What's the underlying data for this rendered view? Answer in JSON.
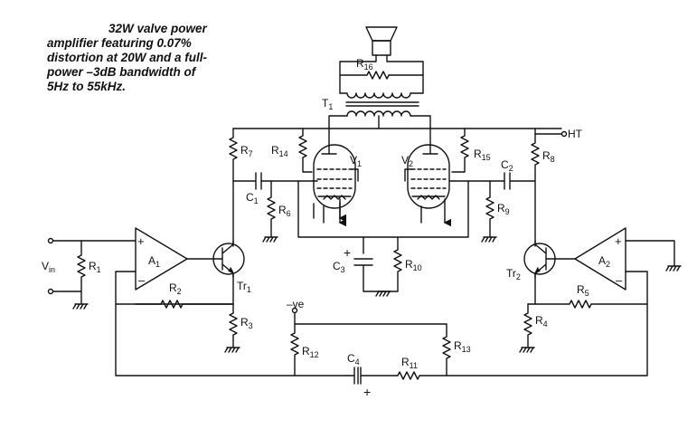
{
  "caption": {
    "lines": [
      "32W valve power",
      "amplifier featuring 0.07%",
      "distortion at 20W and a full-",
      "power –3dB bandwidth of",
      "5Hz to 55kHz."
    ]
  },
  "labels": {
    "ht": "HT",
    "neg_ve": "–ve",
    "vin": {
      "main": "V",
      "sub": "in"
    },
    "r1": {
      "main": "R",
      "sub": "1"
    },
    "r2": {
      "main": "R",
      "sub": "2"
    },
    "r3": {
      "main": "R",
      "sub": "3"
    },
    "r4": {
      "main": "R",
      "sub": "4"
    },
    "r5": {
      "main": "R",
      "sub": "5"
    },
    "r6": {
      "main": "R",
      "sub": "6"
    },
    "r7": {
      "main": "R",
      "sub": "7"
    },
    "r8": {
      "main": "R",
      "sub": "8"
    },
    "r9": {
      "main": "R",
      "sub": "9"
    },
    "r10": {
      "main": "R",
      "sub": "10"
    },
    "r11": {
      "main": "R",
      "sub": "11"
    },
    "r12": {
      "main": "R",
      "sub": "12"
    },
    "r13": {
      "main": "R",
      "sub": "13"
    },
    "r14": {
      "main": "R",
      "sub": "14"
    },
    "r15": {
      "main": "R",
      "sub": "15"
    },
    "r16": {
      "main": "R",
      "sub": "16"
    },
    "c1": {
      "main": "C",
      "sub": "1"
    },
    "c2": {
      "main": "C",
      "sub": "2"
    },
    "c3": {
      "main": "C",
      "sub": "3"
    },
    "c4": {
      "main": "C",
      "sub": "4"
    },
    "a1": {
      "main": "A",
      "sub": "1"
    },
    "a2": {
      "main": "A",
      "sub": "2"
    },
    "v1": {
      "main": "V",
      "sub": "1"
    },
    "v2": {
      "main": "V",
      "sub": "2"
    },
    "t1": {
      "main": "T",
      "sub": "1"
    },
    "tr1": {
      "main": "Tr",
      "sub": "1"
    },
    "tr2": {
      "main": "Tr",
      "sub": "2"
    },
    "plus": "+",
    "minus": "–"
  }
}
